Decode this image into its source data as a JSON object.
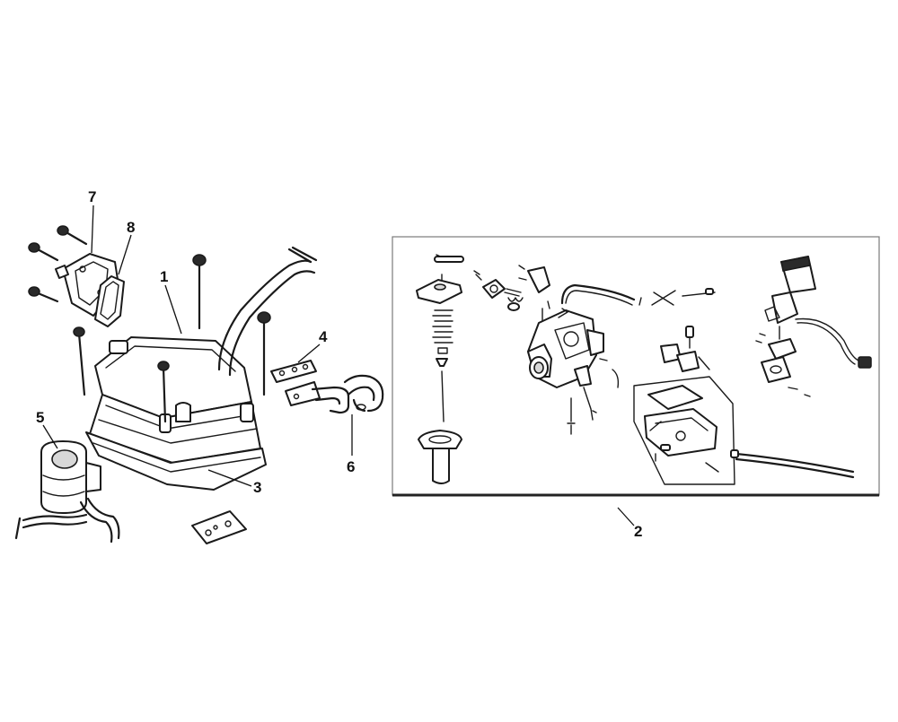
{
  "diagram": {
    "part_labels": [
      {
        "id": "1",
        "text": "1"
      },
      {
        "id": "2",
        "text": "2"
      },
      {
        "id": "3",
        "text": "3"
      },
      {
        "id": "4",
        "text": "4"
      },
      {
        "id": "5",
        "text": "5"
      },
      {
        "id": "6",
        "text": "6"
      },
      {
        "id": "7",
        "text": "7"
      },
      {
        "id": "8",
        "text": "8"
      }
    ]
  }
}
